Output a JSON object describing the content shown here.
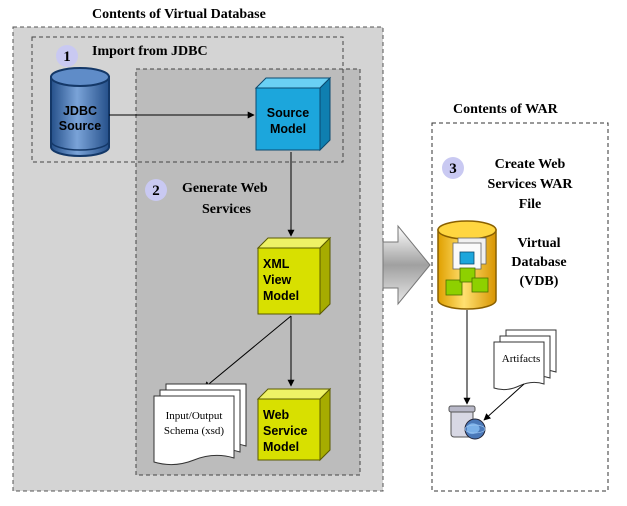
{
  "vdb_section": {
    "heading": "Contents of Virtual Database",
    "step1": {
      "number": "1",
      "title": "Import from JDBC"
    },
    "step2": {
      "number": "2",
      "title_line1": "Generate Web",
      "title_line2": "Services"
    },
    "jdbc_source": {
      "line1": "JDBC",
      "line2": "Source"
    },
    "source_model": {
      "line1": "Source",
      "line2": "Model"
    },
    "xml_view_model": {
      "line1": "XML",
      "line2": "View",
      "line3": "Model"
    },
    "schema_doc": {
      "line1": "Input/Output",
      "line2": "Schema (xsd)"
    },
    "web_service_model": {
      "line1": "Web",
      "line2": "Service",
      "line3": "Model"
    }
  },
  "war_section": {
    "heading": "Contents of WAR",
    "step3": {
      "number": "3",
      "title_line1": "Create Web",
      "title_line2": "Services WAR",
      "title_line3": "File"
    },
    "vdb": {
      "line1": "Virtual",
      "line2": "Database",
      "line3": "(VDB)"
    },
    "artifacts": "Artifacts"
  },
  "colors": {
    "outer_panel": "#d4d4d4",
    "inner_panel": "#bcbcbc",
    "cylinder_blue": "#3a6aa8",
    "source_cube": "#1ca6dc",
    "yellow_cube": "#d8e000",
    "badge": "#c9c9f2",
    "vdb_gold": "#f5c000"
  }
}
